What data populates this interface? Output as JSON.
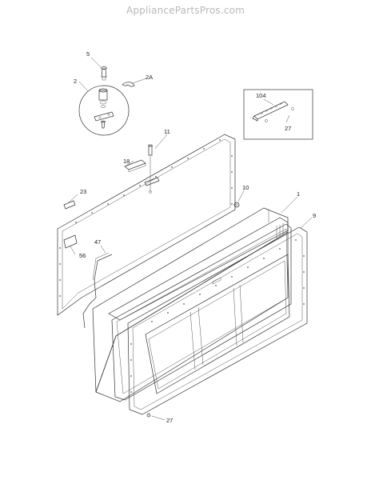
{
  "watermark": "AppliancePartsPros.com",
  "callouts": {
    "c5": "5",
    "c2": "2",
    "c2a": "2A",
    "c104": "104",
    "c27_inset": "27",
    "c11": "11",
    "c18": "18",
    "c10": "10",
    "c1": "1",
    "c23": "23",
    "c9": "9",
    "c47": "47",
    "c56": "56",
    "c27_bottom": "27"
  },
  "colors": {
    "line": "#333333",
    "background": "#ffffff",
    "watermark": "#b8b8b8"
  }
}
